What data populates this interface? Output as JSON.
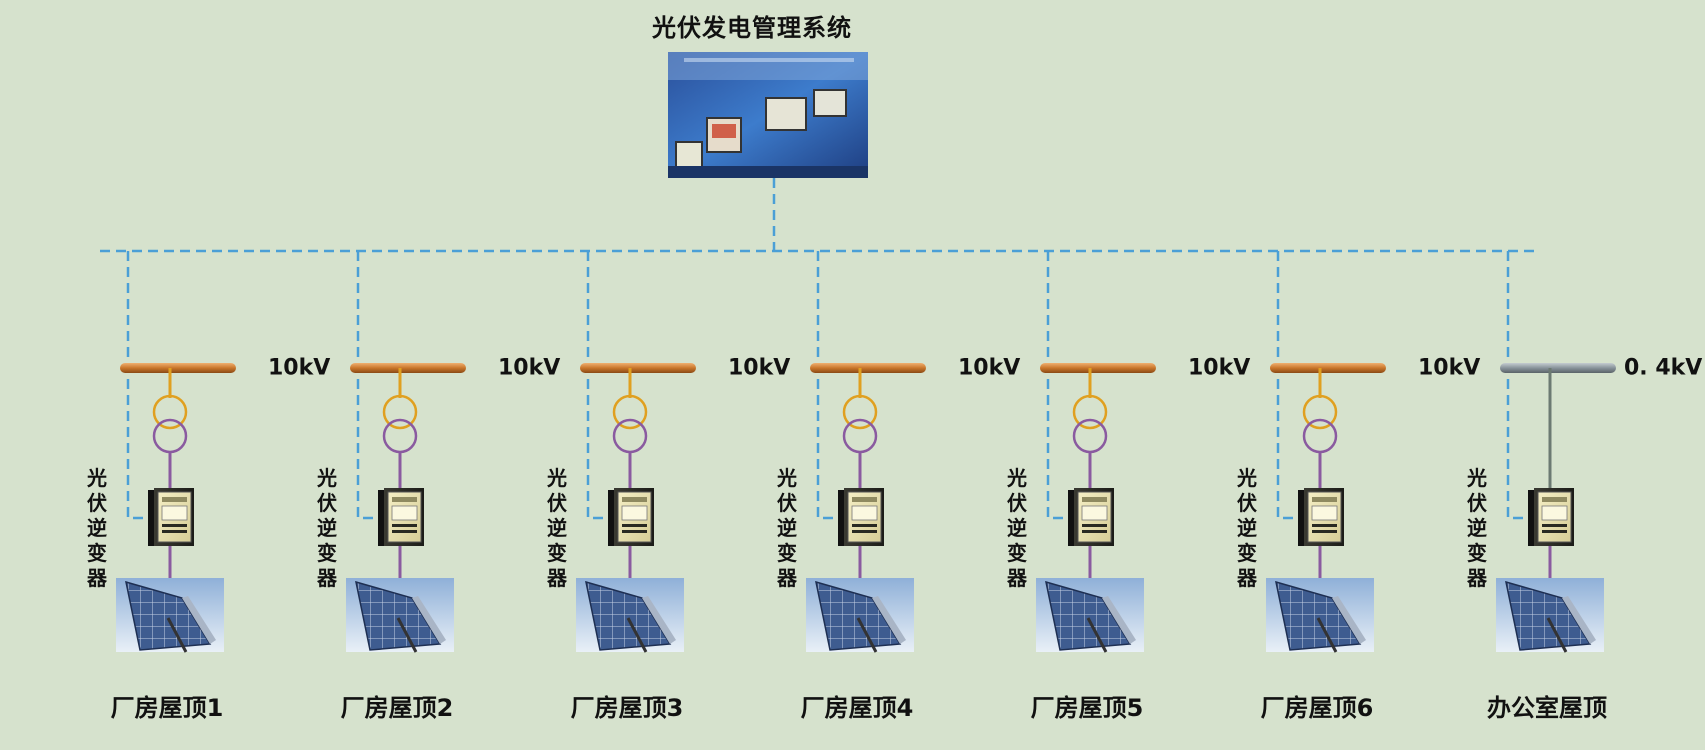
{
  "title": "光伏发电管理系统",
  "inverter_label": [
    "光",
    "伏",
    "逆",
    "变",
    "器"
  ],
  "branches": [
    {
      "voltage": "10kV",
      "roof": "厂房屋顶1",
      "bus": "hv"
    },
    {
      "voltage": "10kV",
      "roof": "厂房屋顶2",
      "bus": "hv"
    },
    {
      "voltage": "10kV",
      "roof": "厂房屋顶3",
      "bus": "hv"
    },
    {
      "voltage": "10kV",
      "roof": "厂房屋顶4",
      "bus": "hv"
    },
    {
      "voltage": "10kV",
      "roof": "厂房屋顶5",
      "bus": "hv"
    },
    {
      "voltage": "10kV",
      "roof": "厂房屋顶6",
      "bus": "hv"
    },
    {
      "voltage": "0. 4kV",
      "roof": "办公室屋顶",
      "bus": "lv"
    }
  ],
  "colors": {
    "background": "#d6e2cd",
    "comm_line": "#4b9fd6",
    "hv_bus": "#d08a3c",
    "lv_bus": "#8c969c",
    "transformer_top": "#e0a020",
    "transformer_bottom": "#8a5aa0",
    "cable": "#8a5aa0",
    "lv_cable": "#6c7a72"
  },
  "icons": {
    "system": "control-room-screens-icon",
    "inverter": "inverter-cabinet-icon",
    "panel": "solar-panel-icon",
    "transformer": "transformer-icon"
  }
}
